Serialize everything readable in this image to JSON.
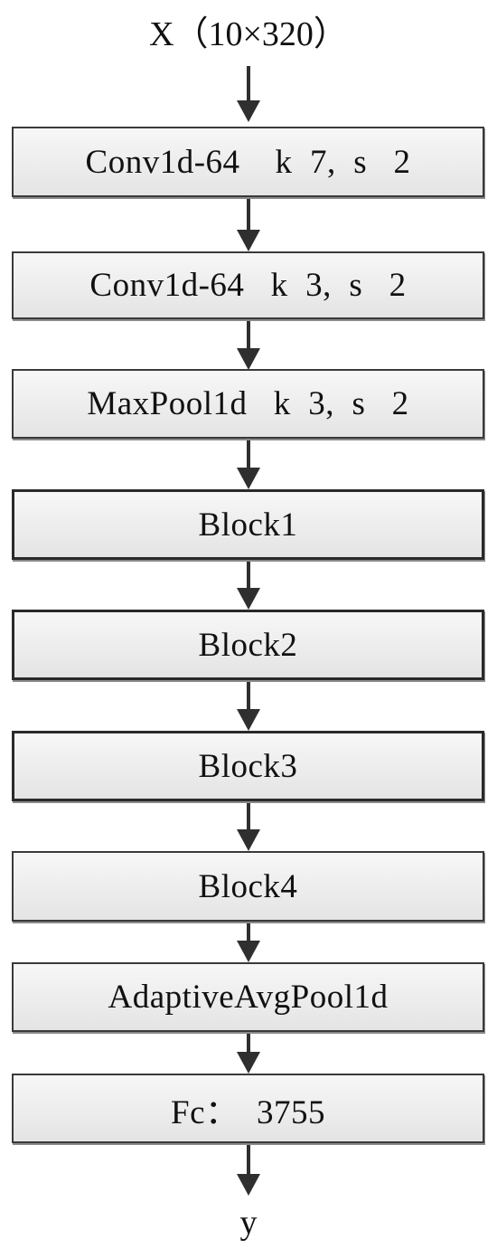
{
  "input_label": "X（10×320）",
  "output_label": "y",
  "layers": [
    {
      "label": "Conv1d-64    k  7,  s   2"
    },
    {
      "label": "Conv1d-64   k  3,  s   2"
    },
    {
      "label": "MaxPool1d   k  3,  s   2"
    },
    {
      "label": "Block1"
    },
    {
      "label": "Block2"
    },
    {
      "label": "Block3"
    },
    {
      "label": "Block4"
    },
    {
      "label": "AdaptiveAvgPool1d"
    },
    {
      "label": "Fc：  3755"
    }
  ],
  "colors": {
    "box_fill_top": "#f7f7f7",
    "box_fill_bottom": "#e4e4e4",
    "border": "#3a3a3a",
    "arrow": "#2f2f2f"
  }
}
